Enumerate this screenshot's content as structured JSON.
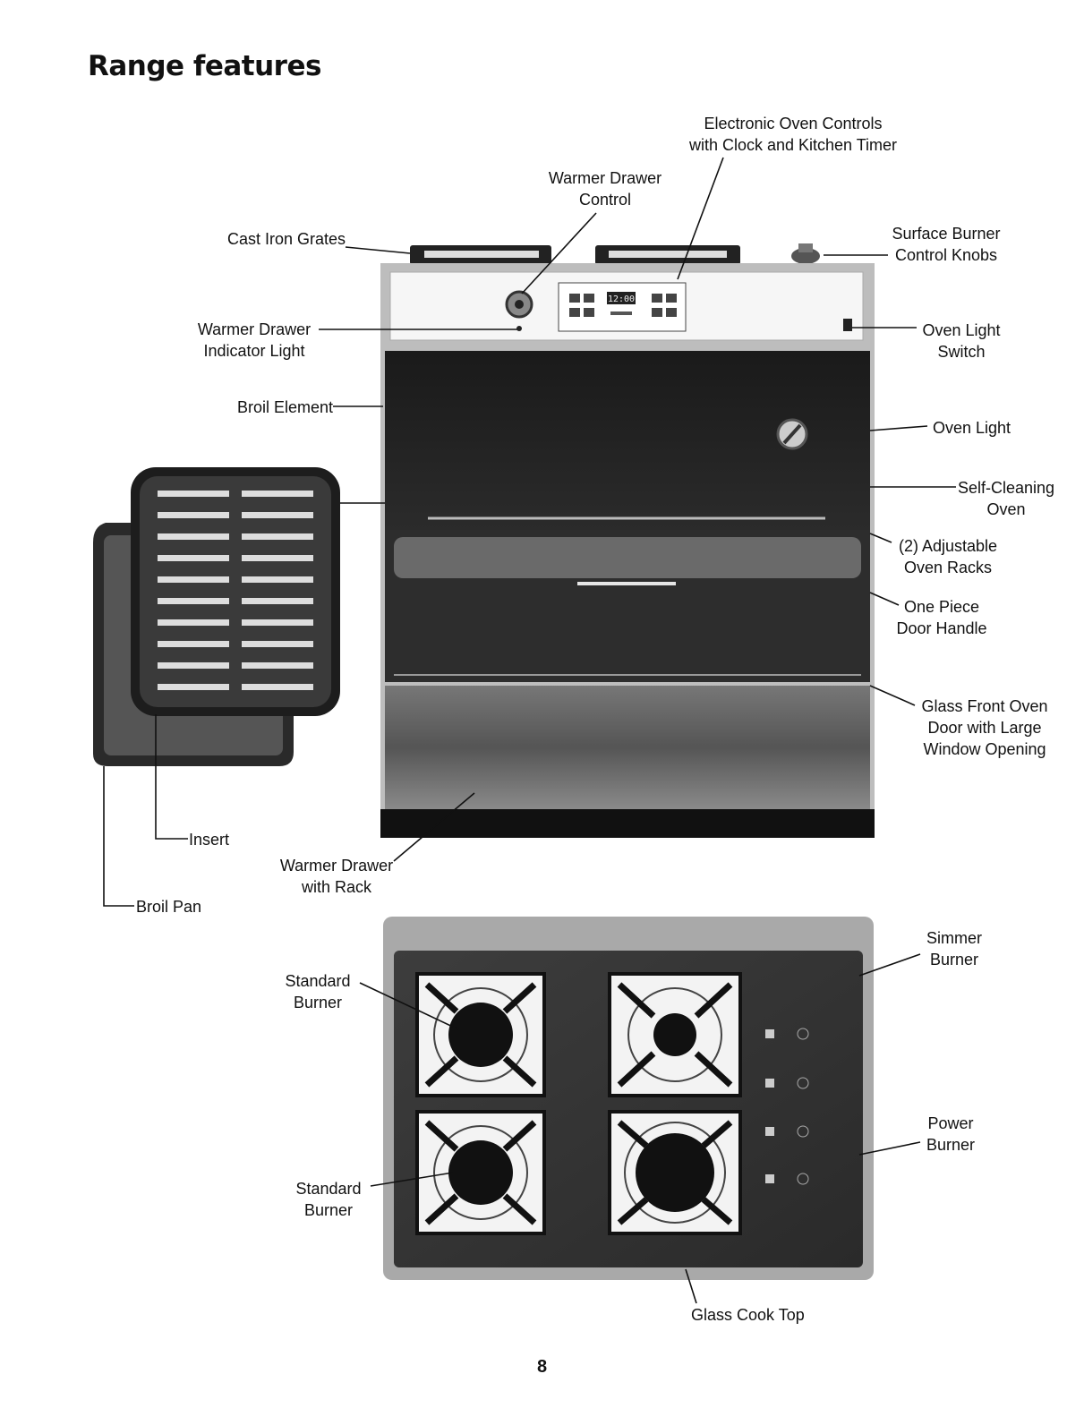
{
  "page": {
    "title": "Range features",
    "page_number": "8"
  },
  "labels": {
    "electronic_controls": [
      "Electronic Oven Controls",
      "with Clock and Kitchen Timer"
    ],
    "warmer_drawer_control": [
      "Warmer Drawer",
      "Control"
    ],
    "cast_iron_grates": [
      "Cast Iron Grates"
    ],
    "surface_burner_knobs": [
      "Surface Burner",
      "Control Knobs"
    ],
    "warmer_indicator": [
      "Warmer Drawer",
      "Indicator Light"
    ],
    "oven_light_switch": [
      "Oven Light",
      "Switch"
    ],
    "broil_element": [
      "Broil Element"
    ],
    "oven_light": [
      "Oven Light"
    ],
    "self_cleaning": [
      "Self-Cleaning",
      "Oven"
    ],
    "adjustable_racks": [
      "(2) Adjustable",
      "Oven Racks"
    ],
    "door_handle": [
      "One Piece",
      "Door Handle"
    ],
    "glass_door": [
      "Glass Front Oven",
      "Door with Large",
      "Window Opening"
    ],
    "insert": [
      "Insert"
    ],
    "warmer_drawer_rack": [
      "Warmer Drawer",
      "with Rack"
    ],
    "broil_pan": [
      "Broil Pan"
    ],
    "simmer_burner": [
      "Simmer",
      "Burner"
    ],
    "standard_burner_top": [
      "Standard",
      "Burner"
    ],
    "power_burner": [
      "Power",
      "Burner"
    ],
    "standard_burner_bottom": [
      "Standard",
      "Burner"
    ],
    "glass_cook_top": [
      "Glass Cook Top"
    ]
  },
  "display": {
    "clock": "12:00"
  }
}
